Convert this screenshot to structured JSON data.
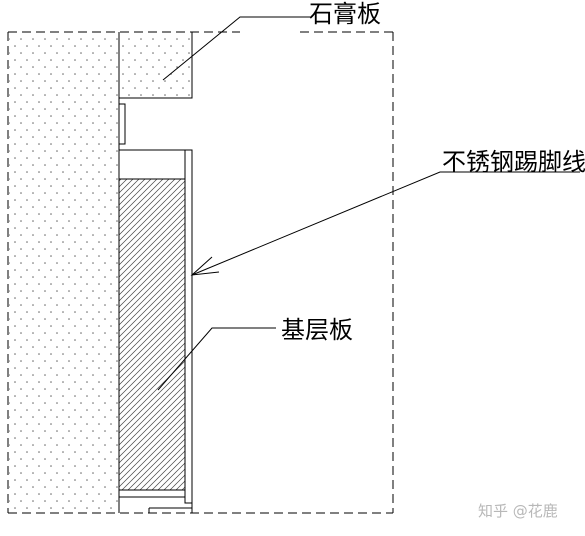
{
  "labels": {
    "gypsum_board": "石膏板",
    "stainless_skirting": "不锈钢踢脚线",
    "base_board": "基层板"
  },
  "watermark": "知乎 @花鹿",
  "colors": {
    "line": "#000000",
    "hatch": "#444444",
    "dots": "#666666",
    "watermark": "#b8b8b8"
  }
}
